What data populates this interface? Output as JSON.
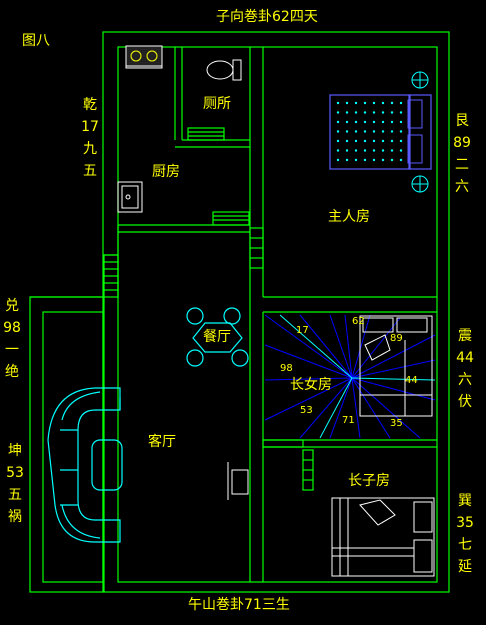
{
  "header": {
    "title": "子向巻卦62四天"
  },
  "footer": {
    "title": "午山巻卦71三生"
  },
  "figure_label": "图八",
  "side_labels": {
    "qian": [
      "乾",
      "17",
      "九",
      "五"
    ],
    "gen": [
      "艮",
      "89",
      "二",
      "六"
    ],
    "dui": [
      "兑",
      "98",
      "一",
      "绝"
    ],
    "kun": [
      "坤",
      "53",
      "五",
      "祸"
    ],
    "zhen": [
      "震",
      "44",
      "六",
      "伏"
    ],
    "xun": [
      "巽",
      "35",
      "七",
      "延"
    ]
  },
  "rooms": {
    "toilet": "厕所",
    "kitchen": "厨房",
    "master": "主人房",
    "dining": "餐厅",
    "eldest_daughter": "长女房",
    "living": "客厅",
    "eldest_son": "长子房"
  },
  "compass_numbers": [
    "17",
    "62",
    "89",
    "98",
    "44",
    "53",
    "71",
    "35"
  ],
  "colors": {
    "wall": "#00ff00",
    "label": "#ffff00",
    "furniture": "#00ffff",
    "bed": "#5a5aff",
    "rays": "#0000ff"
  }
}
